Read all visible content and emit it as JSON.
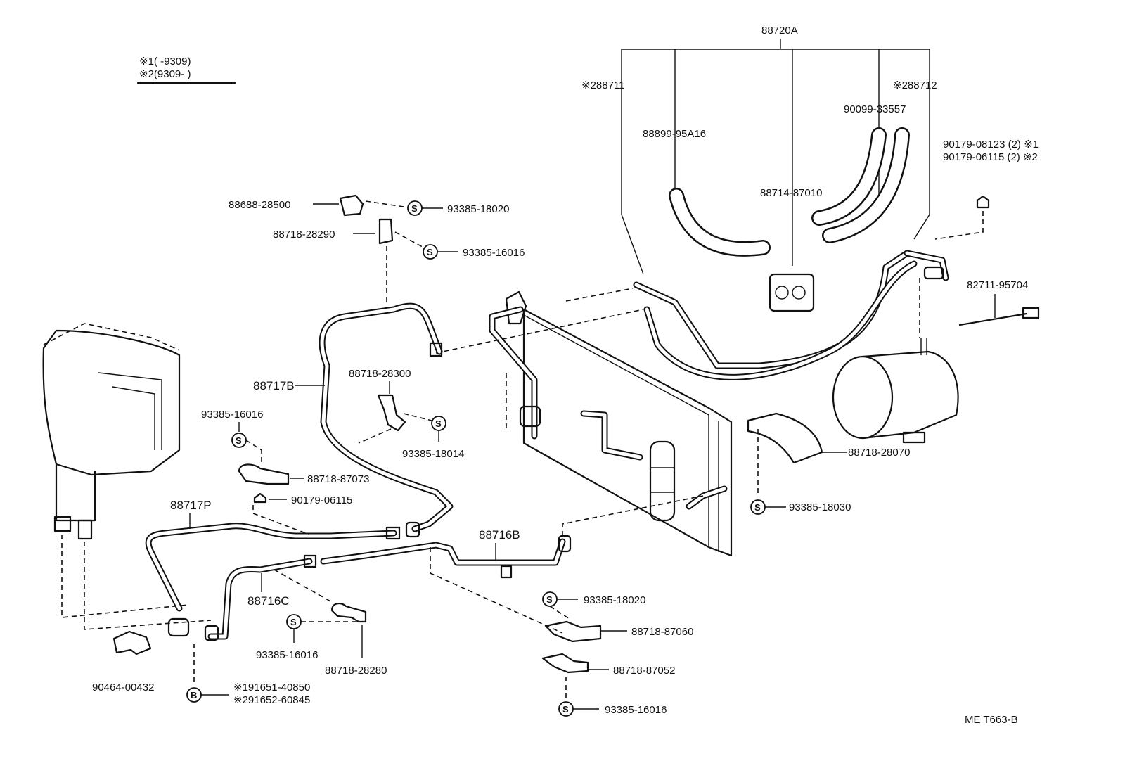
{
  "legend": {
    "line1": "※1(      -9309)",
    "line2": "※2(9309-        )"
  },
  "footer_code": "ME  T663-B",
  "symbols": {
    "screw": "S",
    "bolt": "B"
  },
  "labels": {
    "p88720A": "88720A",
    "p88711": "※288711",
    "p88712": "※288712",
    "p88899": "88899-95A16",
    "p90099": "90099-33557",
    "p88714": "88714-87010",
    "p90179a": "90179-08123 (2) ※1",
    "p90179b": "90179-06115 (2) ※2",
    "p82711": "82711-95704",
    "p88718_28070": "88718-28070",
    "p93385_18030": "93385-18030",
    "p88688": "88688-28500",
    "p93385_18020a": "93385-18020",
    "p88718_28290": "88718-28290",
    "p93385_16016a": "93385-16016",
    "p88717B": "88717B",
    "p88718_28300": "88718-28300",
    "p93385_18014": "93385-18014",
    "p93385_16016b": "93385-16016",
    "p88718_87073": "88718-87073",
    "p90179_06115": "90179-06115",
    "p88717P": "88717P",
    "p88716B": "88716B",
    "p88716C": "88716C",
    "p93385_16016c": "93385-16016",
    "p88718_28280": "88718-28280",
    "p93385_18020b": "93385-18020",
    "p88718_87060": "88718-87060",
    "p88718_87052": "88718-87052",
    "p93385_16016d": "93385-16016",
    "p90464": "90464-00432",
    "p91651": "※191651-40850",
    "p91652": "※291652-60845"
  }
}
